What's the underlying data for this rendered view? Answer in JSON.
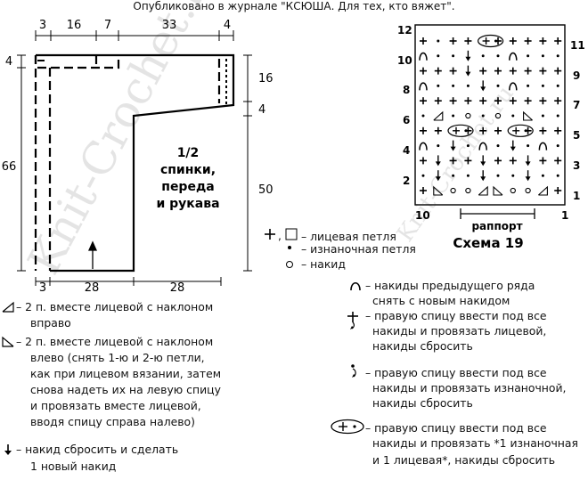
{
  "header": "Опубликовано в журнале \"КСЮША. Для тех, кто вяжет\".",
  "watermark": "Knit-Crochet.ru",
  "pattern": {
    "dims_top": [
      "3",
      "16",
      "7",
      "33",
      "4"
    ],
    "dim_left_top": "4",
    "dim_left": "66",
    "dim_right_16": "16",
    "dim_right_4": "4",
    "dim_right_50": "50",
    "dims_bottom": [
      "3",
      "28",
      "28"
    ],
    "title_line1": "1/2",
    "title_line2": "спинки,",
    "title_line3": "переда",
    "title_line4": "и рукава"
  },
  "chart": {
    "row_numbers_left": [
      "12",
      "10",
      "8",
      "6",
      "4",
      "2"
    ],
    "row_numbers_right": [
      "11",
      "9",
      "7",
      "5",
      "3",
      "1"
    ],
    "col_left": "10",
    "col_right": "1",
    "repeat_label": "раппорт",
    "scheme_title": "Схема 19",
    "rows": [
      "            ",
      "+  + + (o+o)+ + +",
      "   u . . v . . u ",
      "+ + + + v + + + +",
      "  u . . . v . u  ",
      "+ + + + + + + + +",
      "  / . o . o . \\  ",
      "                 ",
      "+ + (o+o) + + (o+o) +",
      "  u . v . u . v . u",
      "+ v + + v + + v + +",
      "  . v . . v . . v .",
      "+ \\ o o / \\ o o / +"
    ]
  },
  "legend": {
    "knit": "– лицевая петля",
    "purl": "– изнаночная петля",
    "yo": "– накид",
    "prev_yo_line1": "– накиды предыдущего ряда",
    "prev_yo_line2": "снять с новым накидом",
    "knit_under_line1": "– правую спицу ввести под все",
    "knit_under_line2": "накиды и провязать лицевой,",
    "knit_under_line3": "накиды сбросить",
    "purl_under_line1": "– правую спицу ввести под все",
    "purl_under_line2": "накиды и провязать изнаночной,",
    "purl_under_line3": "накиды сбросить",
    "combo_line1": "– правую спицу ввести под все",
    "combo_line2": "накиды и провязать *1 изнаночная",
    "combo_line3": "и 1 лицевая*, накиды сбросить",
    "k2tog_r_line1": "– 2 п. вместе лицевой с наклоном",
    "k2tog_r_line2": "вправо",
    "k2tog_l_line1": "– 2 п. вместе лицевой с наклоном",
    "k2tog_l_line2": "влево (снять 1-ю и 2-ю петли,",
    "k2tog_l_line3": "как при лицевом вязании, затем",
    "k2tog_l_line4": "снова надеть их  на левую спицу",
    "k2tog_l_line5": "и провязать вместе лицевой,",
    "k2tog_l_line6": "вводя спицу справа налево)",
    "drop_line1": "– накид сбросить и сделать",
    "drop_line2": "1 новый накид"
  }
}
